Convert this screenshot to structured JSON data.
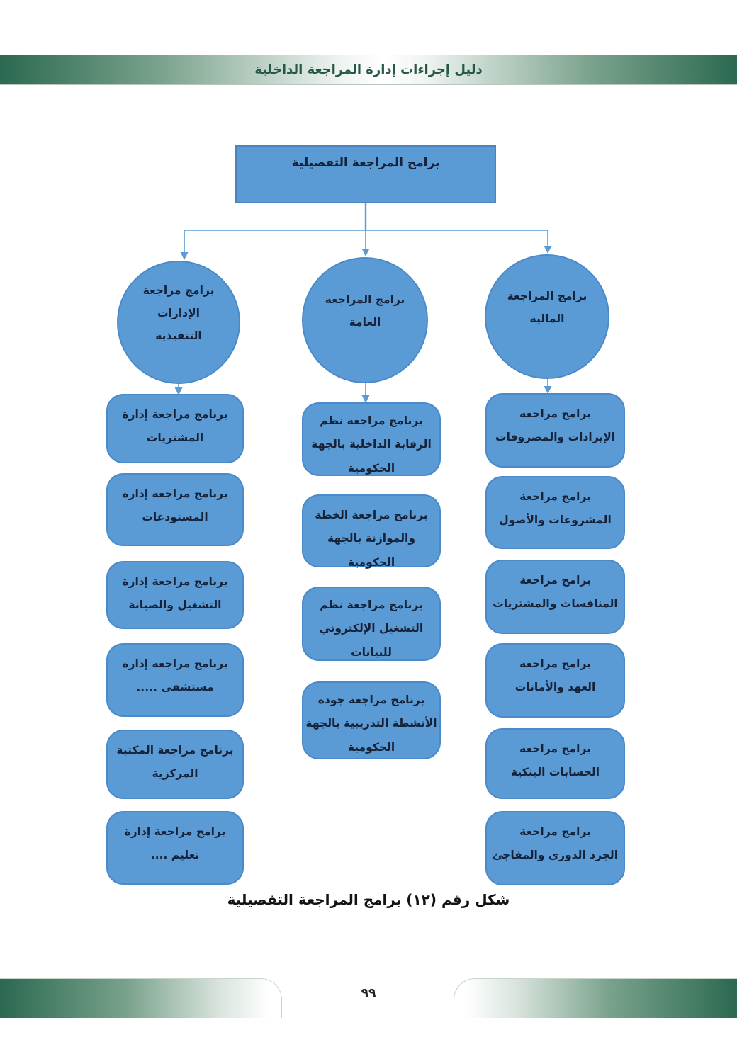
{
  "header": {
    "title": "دليل إجراءات إدارة المراجعة الداخلية"
  },
  "tree": {
    "root_label": "برامج المراجعة التفصيلية",
    "branches": [
      {
        "id": "executive-departments-audit",
        "circle_lines": [
          "برامج مراجعة",
          "الإدارات",
          "التنفيذية"
        ],
        "programs": [
          {
            "lines": [
              "برنامج مراجعة إدارة",
              "المشتريات"
            ]
          },
          {
            "lines": [
              "برنامج مراجعة إدارة",
              "المستودعات"
            ]
          },
          {
            "lines": [
              "برنامج مراجعة إدارة",
              "التشغيل والصيانة"
            ]
          },
          {
            "lines": [
              "برنامج مراجعة إدارة",
              "مستشفى ....."
            ]
          },
          {
            "lines": [
              "برنامج مراجعة المكتبة",
              "المركزية"
            ]
          },
          {
            "lines": [
              "برامج مراجعة إدارة",
              "تعليم ...."
            ]
          }
        ]
      },
      {
        "id": "general-audit",
        "circle_lines": [
          "برامج المراجعة",
          "العامة"
        ],
        "programs": [
          {
            "lines": [
              "برنامج مراجعة نظم",
              "الرقابة الداخلية بالجهة",
              "الحكومية"
            ]
          },
          {
            "lines": [
              "برنامج مراجعة الخطة",
              "والموازنة بالجهة الحكومية"
            ]
          },
          {
            "lines": [
              "برنامج مراجعة نظم",
              "التشغيل الإلكتروني",
              "للبيانات"
            ]
          },
          {
            "lines": [
              "برنامج مراجعة جودة",
              "الأنشطة التدريبية بالجهة",
              "الحكومية"
            ]
          }
        ]
      },
      {
        "id": "financial-audit",
        "circle_lines": [
          "برامج المراجعة",
          "المالية"
        ],
        "programs": [
          {
            "lines": [
              "برامج مراجعة",
              "الإيرادات والمصروفات"
            ]
          },
          {
            "lines": [
              "برامج مراجعة",
              "المشروعات والأصول"
            ]
          },
          {
            "lines": [
              "برامج مراجعة",
              "المنافسات والمشتريات"
            ]
          },
          {
            "lines": [
              "برامج مراجعة",
              "العهد والأمانات"
            ]
          },
          {
            "lines": [
              "برامج مراجعة",
              "الحسابات البنكية"
            ]
          },
          {
            "lines": [
              "برامج مراجعة",
              "الجرد الدوري والمفاجئ"
            ]
          }
        ]
      }
    ]
  },
  "caption": "شكل رقم (١٢) برامج المراجعة التفصيلية",
  "footer": {
    "page_number": "٩٩"
  },
  "colors": {
    "node_fill": "#5b9bd5",
    "node_border": "#4a8ac9",
    "connector": "#5b9bd5",
    "header_green": "#2b6950",
    "title_text": "#265846",
    "node_text": "#152238"
  }
}
